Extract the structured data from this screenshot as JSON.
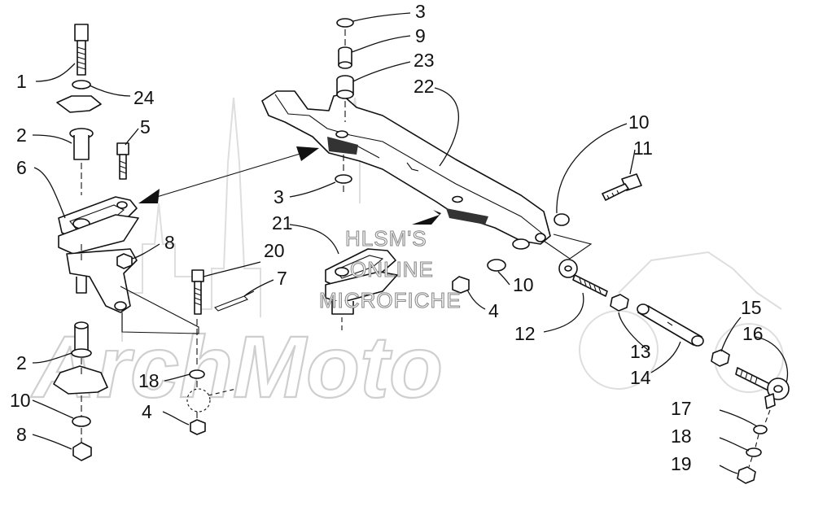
{
  "watermark": {
    "line1": "HLSM'S",
    "line2": "ONLINE",
    "line3": "MICROFICHE",
    "logo_text": "ArchMoto"
  },
  "callouts": [
    {
      "id": "c1",
      "text": "1"
    },
    {
      "id": "c24",
      "text": "24"
    },
    {
      "id": "c2a",
      "text": "2"
    },
    {
      "id": "c5",
      "text": "5"
    },
    {
      "id": "c6",
      "text": "6"
    },
    {
      "id": "c8a",
      "text": "8"
    },
    {
      "id": "c20",
      "text": "20"
    },
    {
      "id": "c7",
      "text": "7"
    },
    {
      "id": "c2b",
      "text": "2"
    },
    {
      "id": "c18a",
      "text": "18"
    },
    {
      "id": "c10a",
      "text": "10"
    },
    {
      "id": "c4a",
      "text": "4"
    },
    {
      "id": "c8b",
      "text": "8"
    },
    {
      "id": "c3a",
      "text": "3"
    },
    {
      "id": "c9",
      "text": "9"
    },
    {
      "id": "c23",
      "text": "23"
    },
    {
      "id": "c22",
      "text": "22"
    },
    {
      "id": "c3b",
      "text": "3"
    },
    {
      "id": "c21",
      "text": "21"
    },
    {
      "id": "c10b",
      "text": "10"
    },
    {
      "id": "c4b",
      "text": "4"
    },
    {
      "id": "c12",
      "text": "12"
    },
    {
      "id": "c10c",
      "text": "10"
    },
    {
      "id": "c11",
      "text": "11"
    },
    {
      "id": "c13",
      "text": "13"
    },
    {
      "id": "c14",
      "text": "14"
    },
    {
      "id": "c15",
      "text": "15"
    },
    {
      "id": "c16",
      "text": "16"
    },
    {
      "id": "c17",
      "text": "17"
    },
    {
      "id": "c18b",
      "text": "18"
    },
    {
      "id": "c19",
      "text": "19"
    }
  ]
}
